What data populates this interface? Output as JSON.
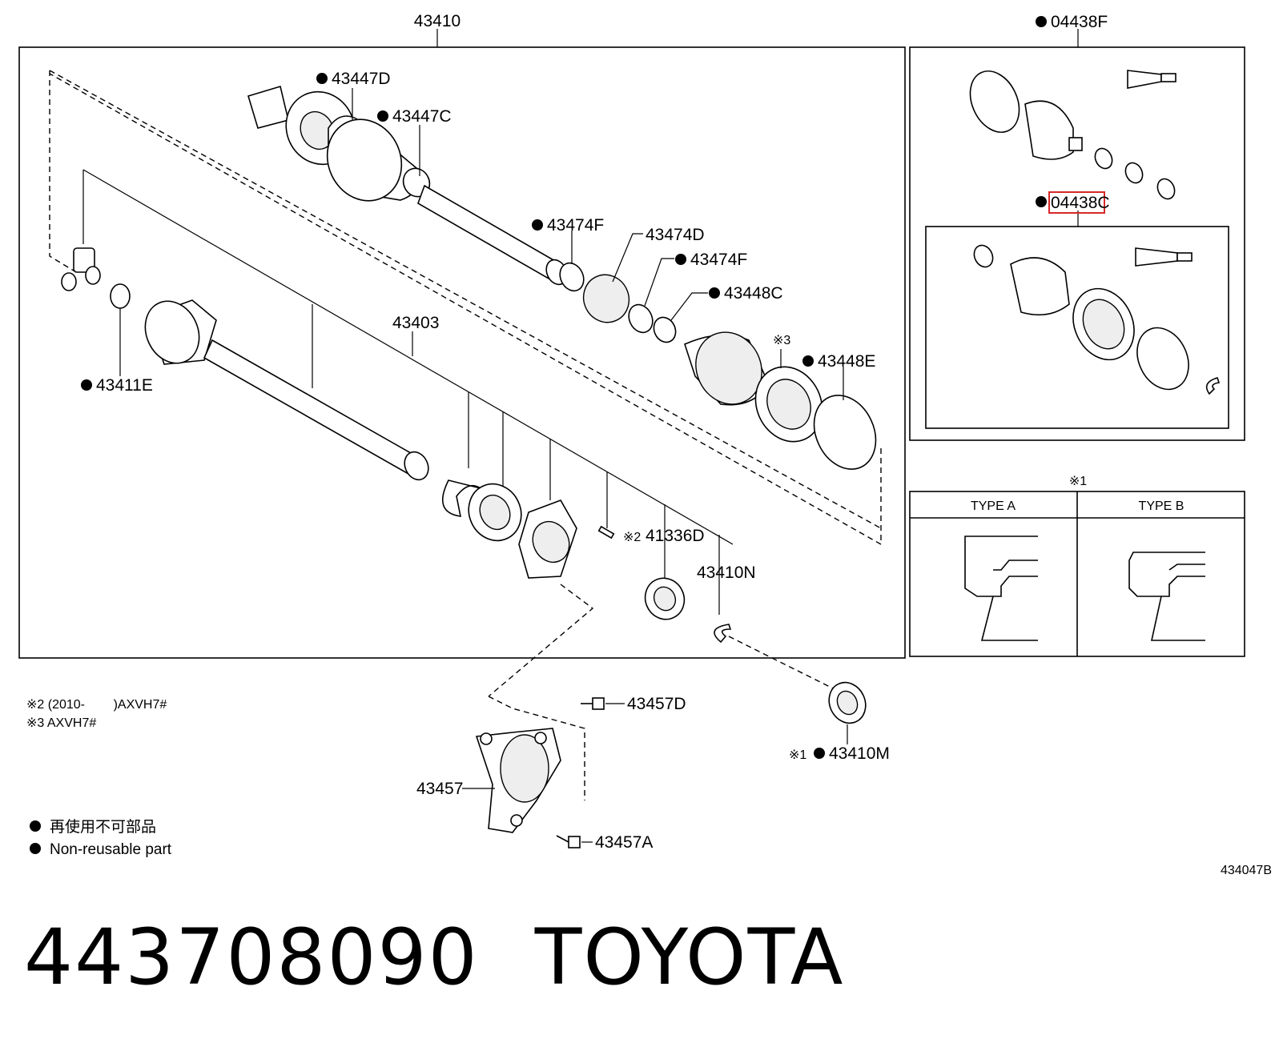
{
  "labels": {
    "assy_main": "43410",
    "boot_kit_outer": "04438F",
    "boot_kit_inner": "04438C",
    "p43447D": "43447D",
    "p43447C": "43447C",
    "p43474F_a": "43474F",
    "p43474D": "43474D",
    "p43474F_b": "43474F",
    "p43448C": "43448C",
    "p43448E": "43448E",
    "p43403": "43403",
    "p43411E": "43411E",
    "p41336D": "41336D",
    "p43410N": "43410N",
    "p43410M": "43410M",
    "p43457D": "43457D",
    "p43457": "43457",
    "p43457A": "43457A",
    "diagram_code": "434047B"
  },
  "marks": {
    "ref1": "※1",
    "ref2": "※2",
    "ref3": "※3",
    "bullet": "●"
  },
  "type_table": {
    "ref": "※1",
    "col_a": "TYPE A",
    "col_b": "TYPE B"
  },
  "notes": {
    "note2": "※2 (2010-        )AXVH7#",
    "note3": "※3 AXVH7#"
  },
  "legend": {
    "jp": "再使用不可部品",
    "en": "Non-reusable part"
  },
  "footer": {
    "part_number": "443708090",
    "brand": "TOYOTA"
  },
  "colors": {
    "highlight": "#d62828",
    "line": "#000000",
    "background": "#ffffff"
  }
}
